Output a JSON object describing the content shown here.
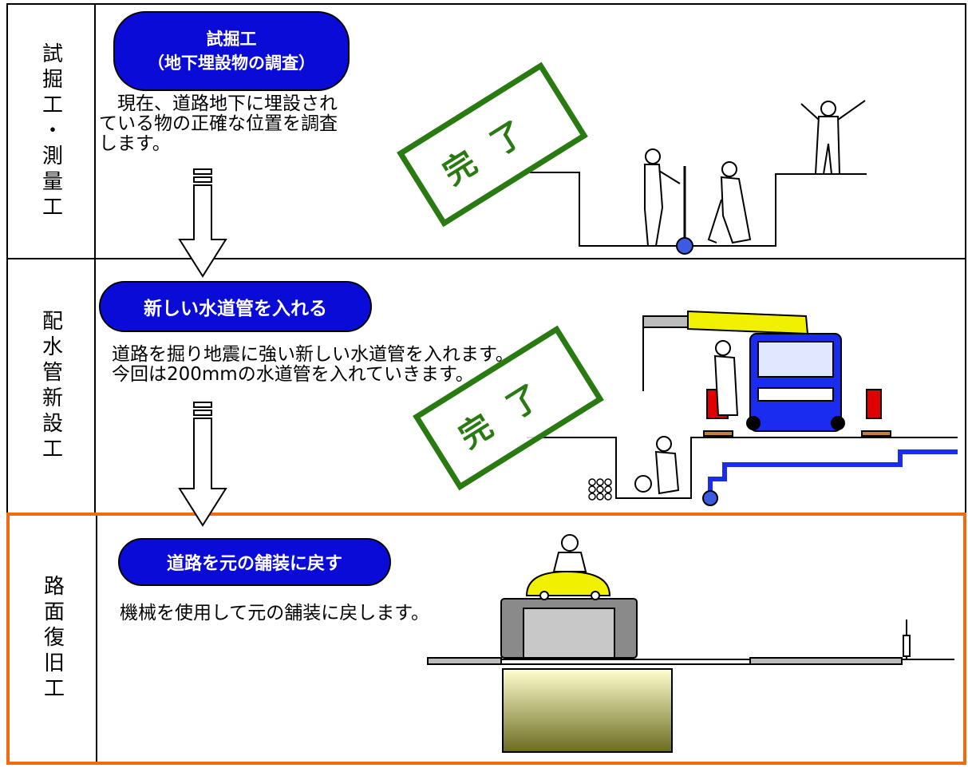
{
  "rows": [
    {
      "label": "試掘工・測量工",
      "pill": {
        "line1": "試掘工",
        "line2": "（地下埋設物の調査）"
      },
      "desc": "　現在、道路地下に埋設され\nている物の正確な位置を調査\nします。",
      "stamp": "完了"
    },
    {
      "label": "配水管新設工",
      "pill": {
        "line1": "新しい水道管を入れる"
      },
      "desc": "道路を掘り地震に強い新しい水道管を入れます。\n今回は200mmの水道管を入れていきます。",
      "stamp": "完了"
    },
    {
      "label": "路面復旧工",
      "pill": {
        "line1": "道路を元の舗装に戻す"
      },
      "desc": "機械を使用して元の舗装に戻します。"
    }
  ],
  "colors": {
    "pill_blue": "#0b0bd8",
    "stamp_green": "#2a7a12",
    "highlight_orange": "#f26a10",
    "pipe_blue": "#1a2cf0",
    "crane_yellow": "#f0f000"
  }
}
